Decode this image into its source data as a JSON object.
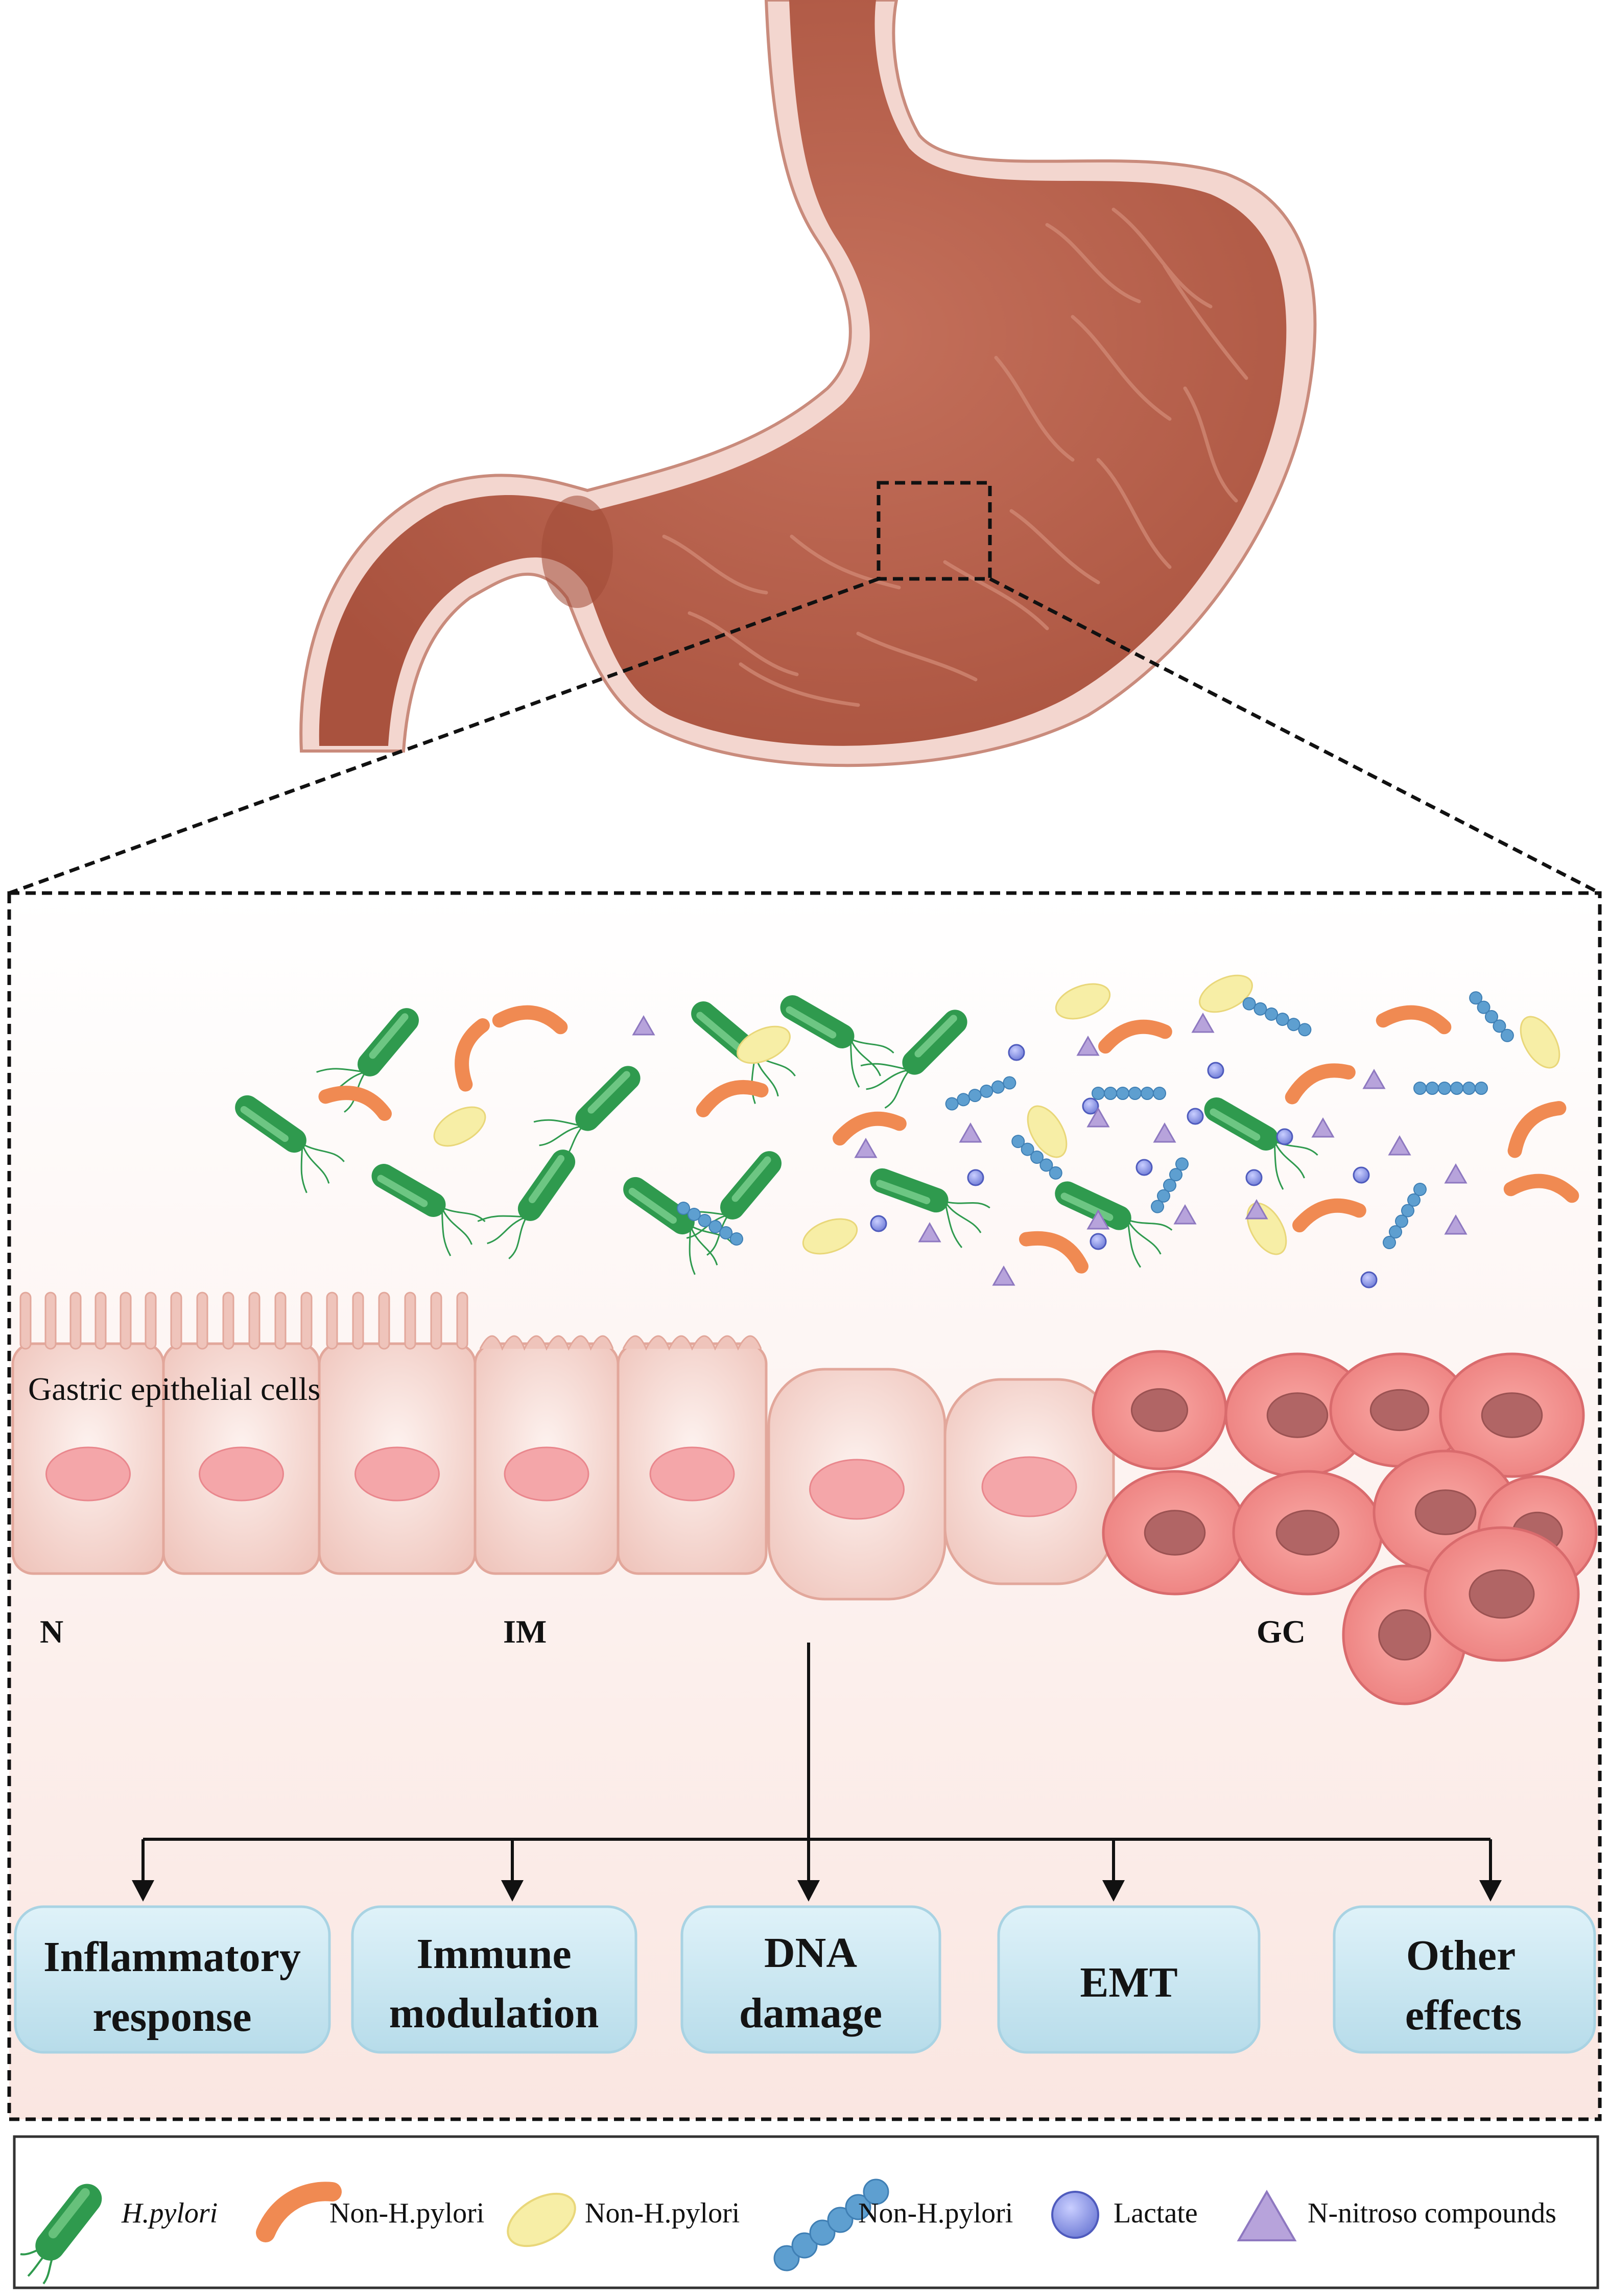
{
  "cells": {
    "label": "Gastric epithelial cells",
    "stages": {
      "normal": "N",
      "intestinal_metaplasia": "IM",
      "gastric_cancer": "GC"
    }
  },
  "effects": [
    {
      "line1": "Inflammatory",
      "line2": "response"
    },
    {
      "line1": "Immune",
      "line2": "modulation"
    },
    {
      "line1": "DNA",
      "line2": "damage"
    },
    {
      "line1": "EMT",
      "line2": ""
    },
    {
      "line1": "Other",
      "line2": "effects"
    }
  ],
  "legend": {
    "items": [
      {
        "icon": "h-pylori-icon",
        "label": "H.pylori"
      },
      {
        "icon": "curved-rod-bacterium-icon",
        "label": "Non-H.pylori"
      },
      {
        "icon": "oval-bacterium-icon",
        "label": "Non-H.pylori"
      },
      {
        "icon": "chain-bacterium-icon",
        "label": "Non-H.pylori"
      },
      {
        "icon": "lactate-icon",
        "label": "Lactate"
      },
      {
        "icon": "triangle-icon",
        "label": "N-nitroso compounds"
      }
    ]
  },
  "colors": {
    "stomach": "#b8614c",
    "h_pylori": "#2f9a4e",
    "non_h_pylori_orange": "#f08a52",
    "non_h_pylori_yellow": "#f7eea6",
    "non_h_pylori_chain": "#5e9fd0",
    "lactate": "#8f9ae0",
    "n_nitroso": "#b7a3db",
    "effect_box": "#cfeaf5"
  }
}
